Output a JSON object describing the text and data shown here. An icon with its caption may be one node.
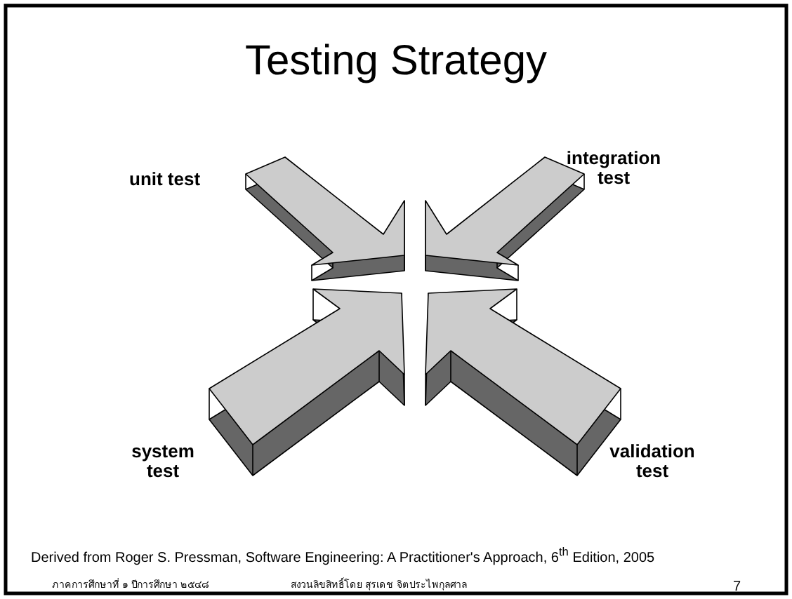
{
  "diagram": {
    "title": "Testing Strategy",
    "labels": [
      "unit test",
      "integration test",
      "system test",
      "validation test",
      "Derived from Roger S. Pressman, Software Engineering: A Practitioner's Approach, 6$^{th}$ Edition, 2005",
      "ภาคการศึกษาที่ ๑ ปีการศึกษา ๒๕๔๘",
      "สงวนลิขสิทธิ์โดย สุรเดช จิตประไพกุลศาล",
      "7"
    ]
  }
}
